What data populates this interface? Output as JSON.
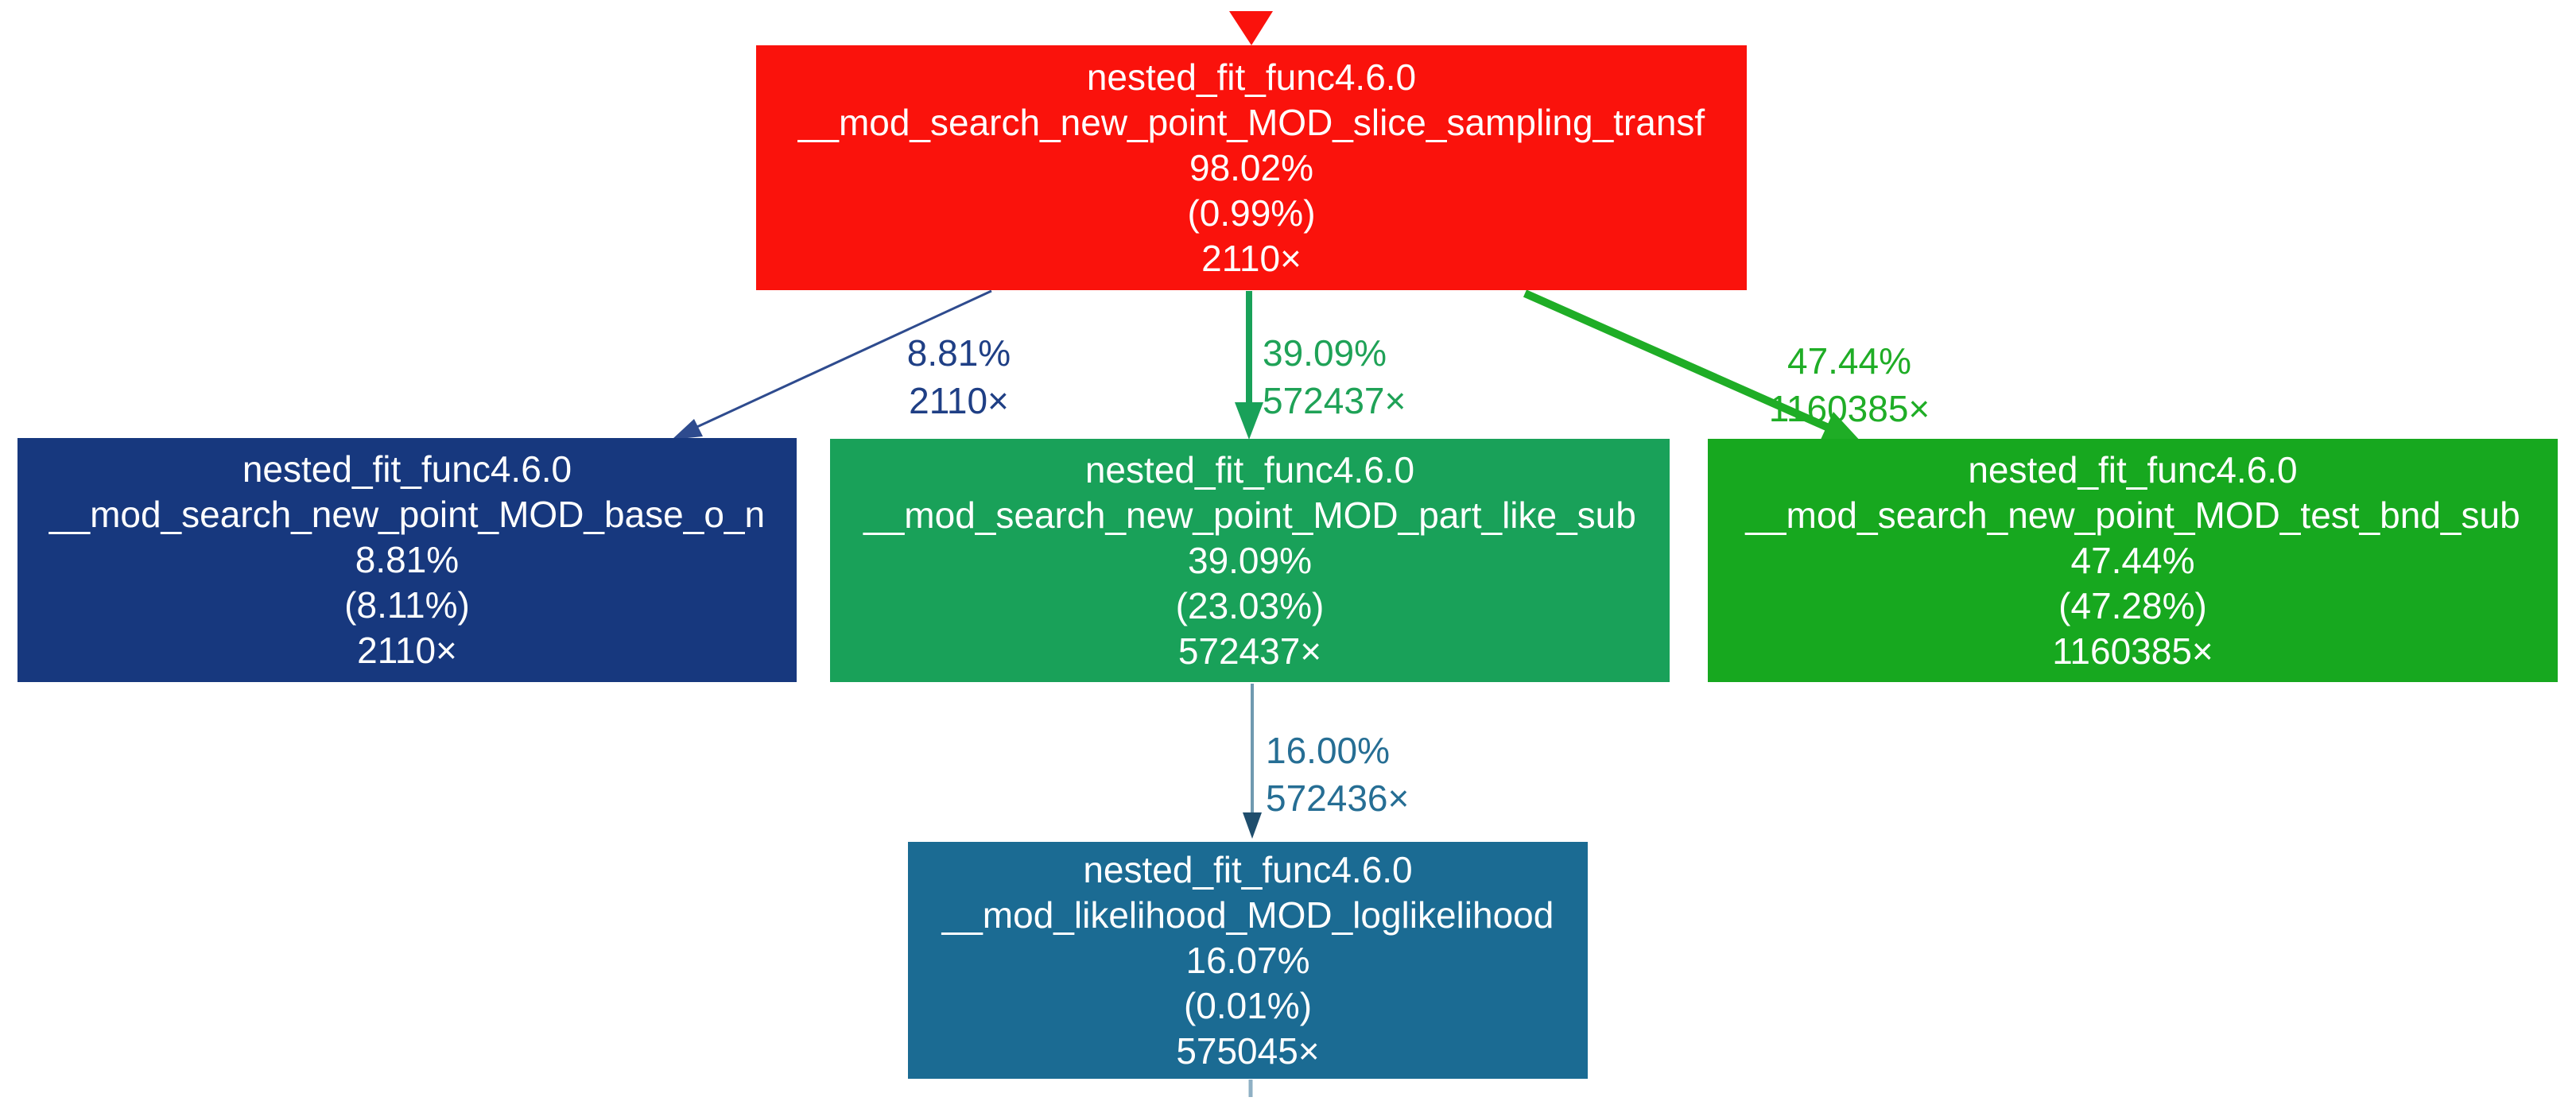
{
  "graph": {
    "nodes": {
      "slice_sampling_transf": {
        "lines": [
          "nested_fit_func4.6.0",
          "__mod_search_new_point_MOD_slice_sampling_transf",
          "98.02%",
          "(0.99%)",
          "2110×"
        ],
        "color": "#fa120c"
      },
      "base_o_n": {
        "lines": [
          "nested_fit_func4.6.0",
          "__mod_search_new_point_MOD_base_o_n",
          "8.81%",
          "(8.11%)",
          "2110×"
        ],
        "color": "#17387e"
      },
      "part_like_sub": {
        "lines": [
          "nested_fit_func4.6.0",
          "__mod_search_new_point_MOD_part_like_sub",
          "39.09%",
          "(23.03%)",
          "572437×"
        ],
        "color": "#19a159"
      },
      "test_bnd_sub": {
        "lines": [
          "nested_fit_func4.6.0",
          "__mod_search_new_point_MOD_test_bnd_sub",
          "47.44%",
          "(47.28%)",
          "1160385×"
        ],
        "color": "#17a81f"
      },
      "loglikelihood": {
        "lines": [
          "nested_fit_func4.6.0",
          "__mod_likelihood_MOD_loglikelihood",
          "16.07%",
          "(0.01%)",
          "575045×"
        ],
        "color": "#1b6b93"
      }
    },
    "edges": {
      "to_base_o_n": {
        "percent": "8.81%",
        "calls": "2110×",
        "color": "#1f3f85"
      },
      "to_part_like_sub": {
        "percent": "39.09%",
        "calls": "572437×",
        "color": "#1fa257"
      },
      "to_test_bnd_sub": {
        "percent": "47.44%",
        "calls": "1160385×",
        "color": "#1fad26"
      },
      "to_loglikelihood": {
        "percent": "16.00%",
        "calls": "572436×",
        "color": "#266e94"
      }
    }
  }
}
